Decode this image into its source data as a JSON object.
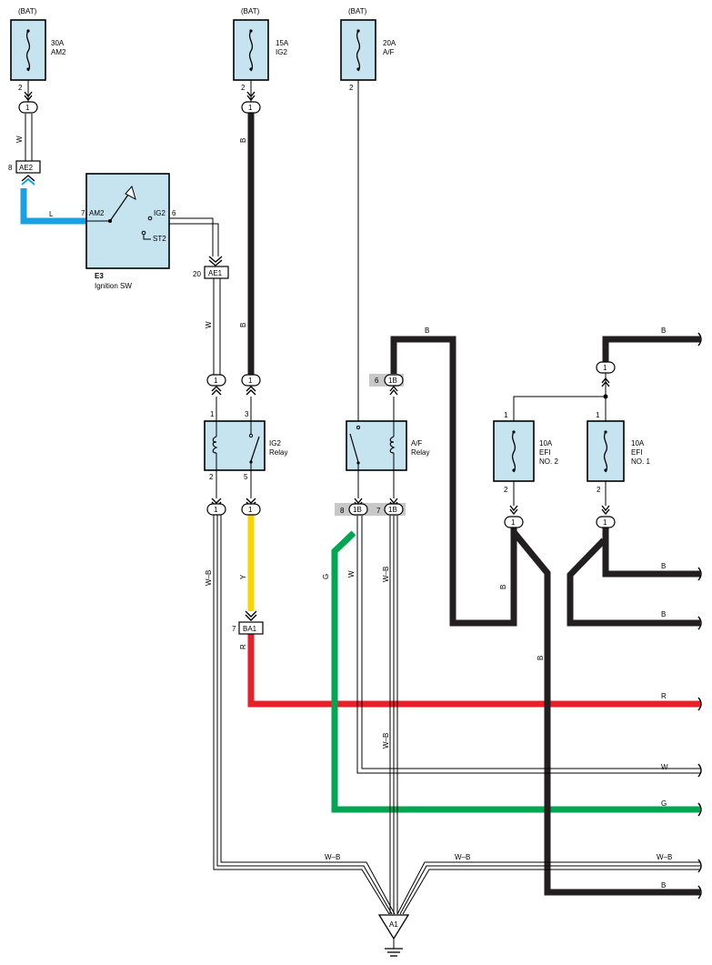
{
  "fuses": [
    {
      "source": "(BAT)",
      "rating": "30A",
      "name": "AM2",
      "pin": "2"
    },
    {
      "source": "(BAT)",
      "rating": "15A",
      "name": "IG2",
      "pin": "2"
    },
    {
      "source": "(BAT)",
      "rating": "20A",
      "name": "A/F",
      "pin": "2"
    },
    {
      "rating": "10A",
      "name1": "EFI",
      "name2": "NO. 2",
      "pin_top": "1",
      "pin_bottom": "2"
    },
    {
      "rating": "10A",
      "name1": "EFI",
      "name2": "NO. 1",
      "pin_top": "1",
      "pin_bottom": "2"
    }
  ],
  "ignition_switch": {
    "code": "E3",
    "name": "Ignition SW",
    "term_am2": "AM2",
    "term_ig2": "IG2",
    "term_st2": "ST2",
    "pin_am2": "7",
    "pin_ig2": "6"
  },
  "relays": {
    "ig2": {
      "line1": "IG2",
      "line2": "Relay",
      "pins": [
        "1",
        "3",
        "2",
        "5"
      ]
    },
    "af": {
      "line1": "A/F",
      "line2": "Relay"
    }
  },
  "connectors": {
    "one": "1",
    "ae2": {
      "label": "AE2",
      "pin": "8"
    },
    "ae1": {
      "label": "AE1",
      "pin": "20"
    },
    "ba1": {
      "label": "BA1",
      "pin": "7"
    },
    "onebee": "1B",
    "onebee_pin6": "6",
    "onebee_pin8": "8",
    "onebee_pin7": "7"
  },
  "ground": {
    "label": "A1"
  },
  "wire_labels": {
    "W": "W",
    "B": "B",
    "L": "L",
    "Y": "Y",
    "R": "R",
    "G": "G",
    "WB": "W–B"
  },
  "colors": {
    "black": "#231f20",
    "blue": "#1ba1e2",
    "yellow": "#f7d600",
    "red": "#e8202a",
    "green": "#00a651",
    "component_fill": "#c6e3f0",
    "shade": "#c8c8c8"
  }
}
